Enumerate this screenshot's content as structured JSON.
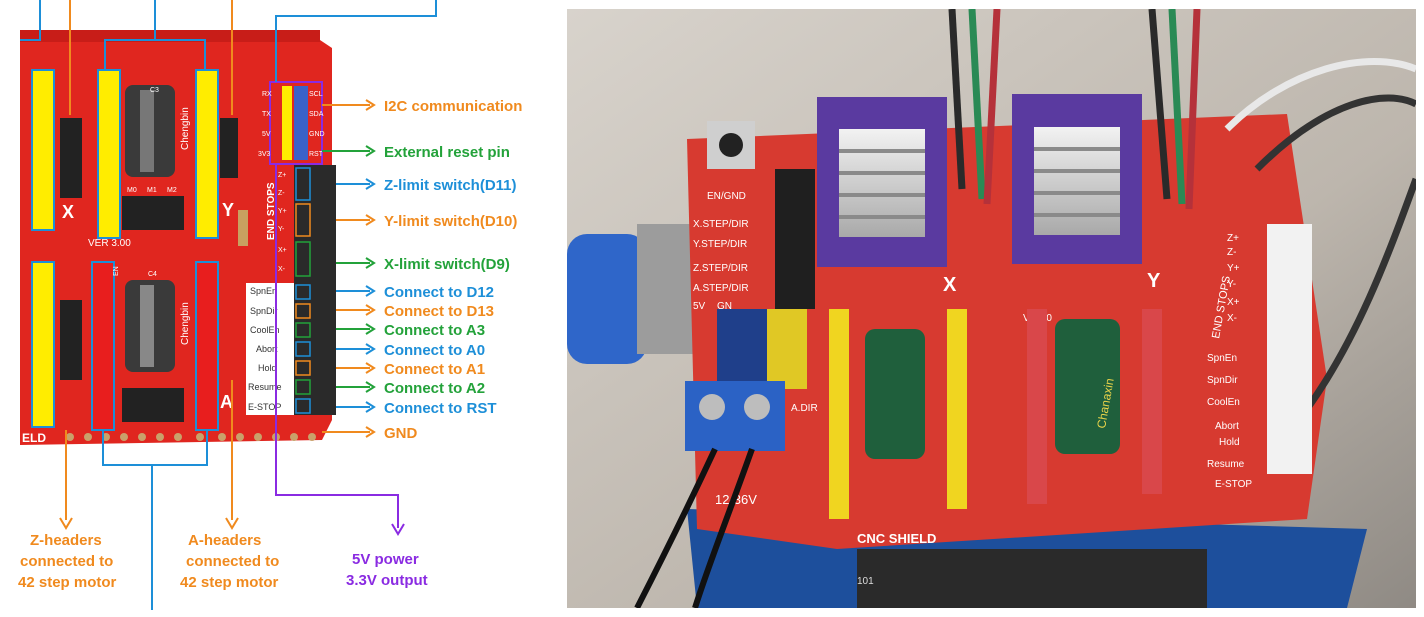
{
  "diagram": {
    "colors": {
      "orange": "#f08a1e",
      "green": "#23a23a",
      "blue": "#1d8fd8",
      "purple": "#8a2be2",
      "board": "#e0261f",
      "yellow": "#ffed00"
    },
    "right_labels": [
      {
        "text": "I2C communication",
        "color": "#f08a1e"
      },
      {
        "text": "External reset pin",
        "color": "#23a23a"
      },
      {
        "text": "Z-limit switch(D11)",
        "color": "#1d8fd8"
      },
      {
        "text": "Y-limit switch(D10)",
        "color": "#f08a1e"
      },
      {
        "text": "X-limit switch(D9)",
        "color": "#23a23a"
      },
      {
        "text": "Connect to D12",
        "color": "#1d8fd8"
      },
      {
        "text": "Connect to D13",
        "color": "#f08a1e"
      },
      {
        "text": "Connect to A3",
        "color": "#23a23a"
      },
      {
        "text": "Connect to A0",
        "color": "#1d8fd8"
      },
      {
        "text": "Connect to A1",
        "color": "#f08a1e"
      },
      {
        "text": "Connect to A2",
        "color": "#23a23a"
      },
      {
        "text": "Connect to RST",
        "color": "#1d8fd8"
      },
      {
        "text": "GND",
        "color": "#f08a1e"
      }
    ],
    "bottom_labels": {
      "z_headers": [
        "Z-headers",
        "connected to",
        "42 step motor"
      ],
      "a_headers": [
        "A-headers",
        "connected to",
        "42 step motor"
      ],
      "power": [
        "5V  power",
        "3.3V  output"
      ]
    },
    "silkscreen": {
      "version": "VER 3.00",
      "microstep": [
        "M0",
        "M1",
        "M2"
      ],
      "axis_y": "Y",
      "axis_a": "A",
      "axis_x": "X",
      "cap_c4": "C4",
      "cap_c3": "C3",
      "cap_brand": "Chengbin",
      "end_stops": "END STOPS",
      "limit_pins": [
        "Z+",
        "Z-",
        "Y+",
        "Y-",
        "X+",
        "X-"
      ],
      "ctrl_pins": [
        "SpnEn",
        "SpnDir",
        "CoolEn",
        "Abort",
        "Hold",
        "Resume",
        "E-STOP"
      ],
      "i2c_pins": [
        "RX",
        "TX",
        "5V",
        "3V3"
      ],
      "i2c_right": [
        "SCL",
        "SDA",
        "GND",
        "RST"
      ],
      "shield": "ELD",
      "en": "EN"
    }
  },
  "photo": {
    "silkscreen_left": [
      "EN/GND",
      "X.STEP/DIR",
      "Y.STEP/DIR",
      "Z.STEP/DIR",
      "A.STEP/DIR",
      "5V",
      "GN"
    ],
    "silkscreen_right": [
      "Z+",
      "Z-",
      "Y+",
      "Y-",
      "X+",
      "X-",
      "SpnEn",
      "SpnDir",
      "CoolEn",
      "Abort",
      "Hold",
      "Resume",
      "E-STOP"
    ],
    "end_stops": "END STOPS",
    "board_name": "CNC SHIELD",
    "power_label": "12-36V",
    "axis_x": "X",
    "axis_y": "Y",
    "cap_brand": "Chanaxin",
    "adir": "A.DIR",
    "version": "V 3.00",
    "chip_label": "101"
  }
}
